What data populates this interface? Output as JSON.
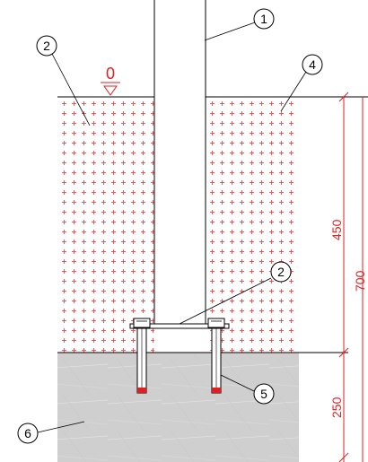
{
  "callouts": {
    "c1": "1",
    "c2a": "2",
    "c2b": "2",
    "c4": "4",
    "c5": "5",
    "c6": "6"
  },
  "level_mark": "0",
  "dimensions": {
    "fill_depth": "450",
    "total_depth": "700",
    "slab_thickness": "250"
  },
  "colors": {
    "fill_hatch": "#f04848",
    "dimension": "#e02020",
    "concrete": "#cfcfcf",
    "outline": "#000000"
  },
  "icons": {
    "level": "triangle-level-marker"
  }
}
